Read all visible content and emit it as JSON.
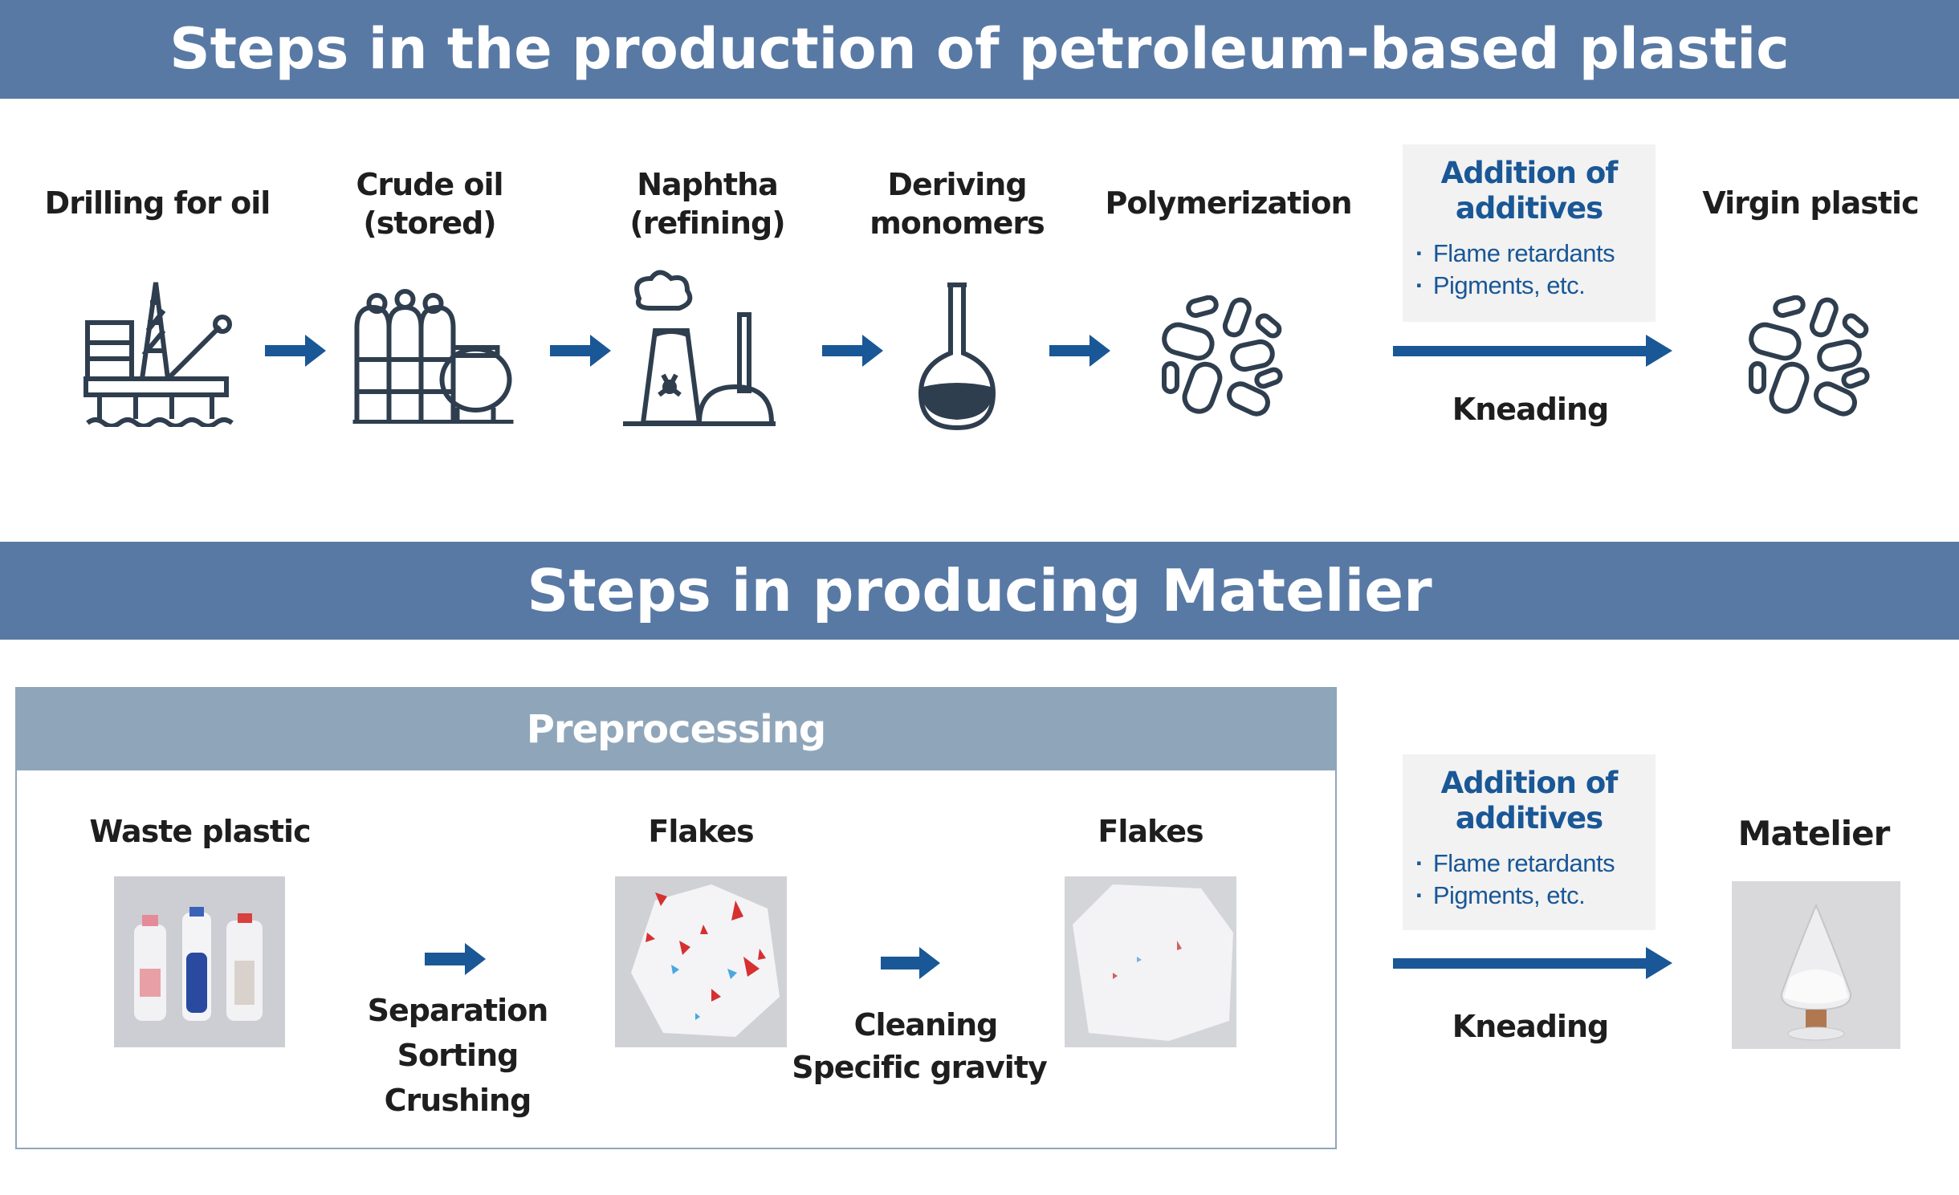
{
  "top": {
    "title": "Steps in the production of petroleum-based plastic",
    "steps": [
      {
        "label": "Drilling for oil",
        "icon": "oil-rig-icon"
      },
      {
        "label": "Crude oil\n(stored)",
        "icon": "storage-tank-icon"
      },
      {
        "label": "Naphtha\n(refining)",
        "icon": "refinery-icon"
      },
      {
        "label": "Deriving\nmonomers",
        "icon": "flask-icon"
      },
      {
        "label": "Polymerization",
        "icon": "pellets-icon"
      }
    ],
    "additives": {
      "title": "Addition of additives",
      "items": [
        "Flame retardants",
        "Pigments, etc."
      ]
    },
    "kneading": "Kneading",
    "result": "Virgin plastic"
  },
  "bottom": {
    "title": "Steps in producing Matelier",
    "preprocessing": "Preprocessing",
    "waste": "Waste plastic",
    "flakes1": "Flakes",
    "flakes2": "Flakes",
    "process1": [
      "Separation",
      "Sorting",
      "Crushing"
    ],
    "process2": [
      "Cleaning",
      "Specific gravity"
    ],
    "additives": {
      "title": "Addition of additives",
      "items": [
        "Flame retardants",
        "Pigments, etc."
      ]
    },
    "kneading": "Kneading",
    "result": "Matelier"
  },
  "colors": {
    "banner": "#5879a4",
    "preprocessing": "#8fa6ba",
    "arrow": "#1a5796",
    "icon": "#2f3e4e"
  }
}
